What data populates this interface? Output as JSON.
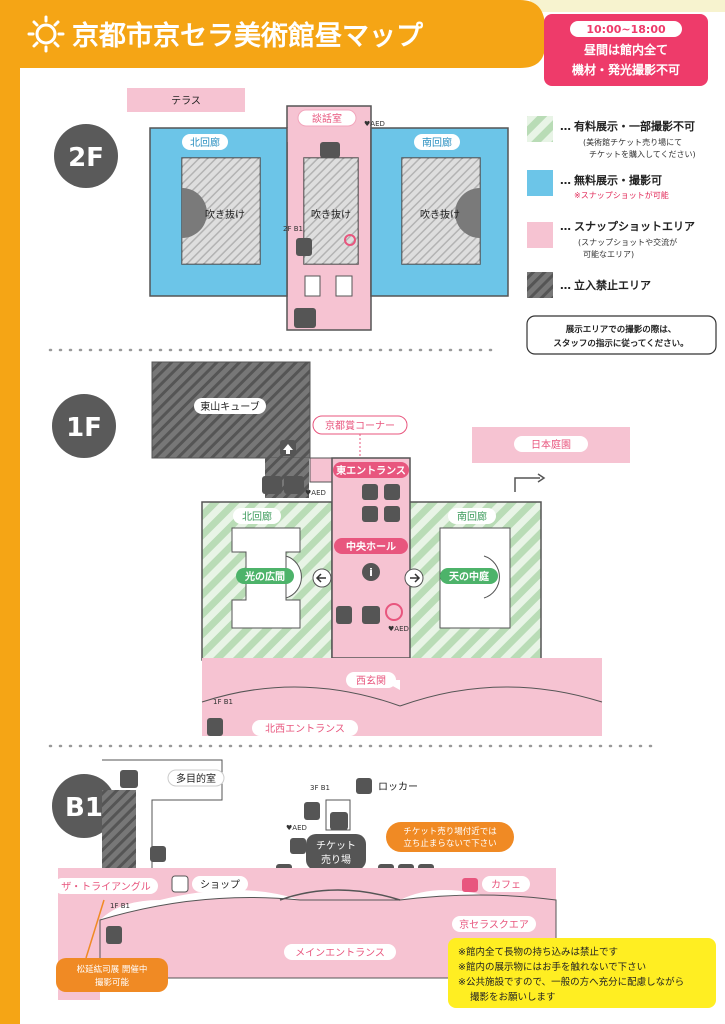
{
  "title": "京都市京セラ美術館昼マップ",
  "notice": {
    "hours": "10:00~18:00",
    "line1": "昼間は館内全て",
    "line2": "機材・発光撮影不可"
  },
  "legend": {
    "paid": {
      "title": "有料展示・一部撮影不可",
      "note1": "(美術館チケット売り場にて",
      "note2": "チケットを購入してください)"
    },
    "free": {
      "title": "無料展示・撮影可",
      "note": "※スナップショットが可能"
    },
    "snapshot": {
      "title": "スナップショットエリア",
      "note1": "(スナップショットや交流が",
      "note2": "可能なエリア)"
    },
    "noentry": {
      "title": "立入禁止エリア"
    },
    "staff_note1": "展示エリアでの撮影の際は、",
    "staff_note2": "スタッフの指示に従ってください。",
    "dots": "…"
  },
  "floors": {
    "f2": {
      "badge": "2F",
      "terrace": "テラス",
      "lounge": "談話室",
      "aed": "♥AED",
      "north": "北回廊",
      "south": "南回廊",
      "atrium": "吹き抜け",
      "elev": "2F B1"
    },
    "f1": {
      "badge": "1F",
      "higashiyama": "東山キューブ",
      "kyotoshou": "京都賞コーナー",
      "east_entrance": "東エントランス",
      "garden": "日本庭園",
      "north": "北回廊",
      "south": "南回廊",
      "central": "中央ホール",
      "hikari": "光の広間",
      "ten": "天の中庭",
      "aed": "♥AED",
      "west": "西玄関",
      "northwest": "北西エントランス",
      "elev": "1F B1"
    },
    "b1": {
      "badge": "B1",
      "multi": "多目的室",
      "locker": "ロッカー",
      "ticket1": "チケット",
      "ticket2": "売り場",
      "ticket_warn1": "チケット売り場付近では",
      "ticket_warn2": "立ち止まらないで下さい",
      "triangle": "ザ・トライアングル",
      "shop": "ショップ",
      "cafe": "カフェ",
      "square": "京セラスクエア",
      "main": "メインエントランス",
      "aed": "♥AED",
      "elev_upper": "3F B1",
      "elev_lower": "1F B1",
      "matsu1": "松延紘司展 開催中",
      "matsu2": "撮影可能"
    }
  },
  "rules": [
    "※館内全て長物の持ち込みは禁止です",
    "※館内の展示物にはお手を触れないで下さい",
    "※公共施設ですので、一般の方へ充分に配慮しながら",
    "撮影をお願いします"
  ],
  "colors": {
    "orange": "#f5a515",
    "pink": "#f6c3d2",
    "pink_label": "#e8567e",
    "blue": "#6cc5e8",
    "green_stripe": "#cfe8cf",
    "dark": "#555555",
    "red_note": "#e22b5a",
    "warn_orange": "#f08a24",
    "rules_yellow": "#ffee22"
  }
}
